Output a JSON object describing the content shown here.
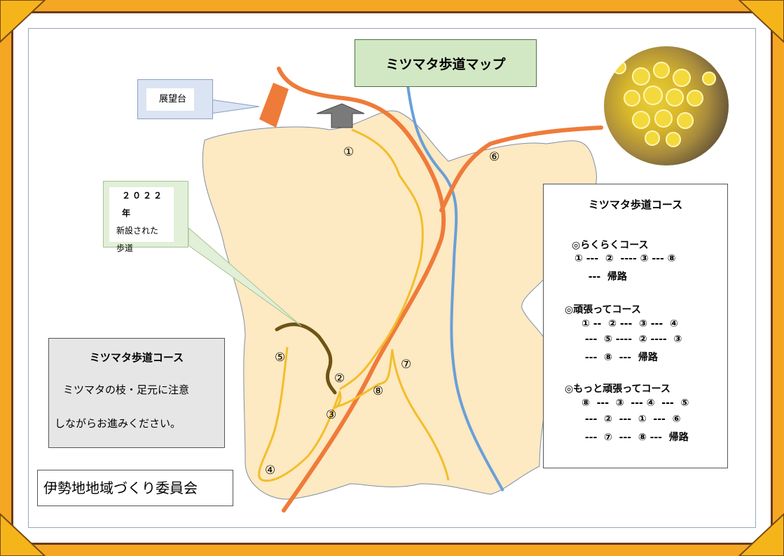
{
  "title": "ミツマタ歩道マップ",
  "callouts": {
    "observatory": "展望台",
    "new_trail_year": "２０２２年",
    "new_trail_line1": "新設された",
    "new_trail_line2": "歩道"
  },
  "notice": {
    "heading": "ミツマタ歩道コース",
    "line1": "ミツマタの枝・足元に注意",
    "line2": "しながらお進みください。"
  },
  "organization": "伊勢地地域づくり委員会",
  "courses": {
    "heading": "ミツマタ歩道コース",
    "easy": {
      "name": "◎らくらくコース",
      "lines": [
        "① ---  ②  ---- ③ --- ⑧",
        "  ---  帰路"
      ]
    },
    "moderate": {
      "name": "◎頑張ってコース",
      "lines": [
        "① --  ② ---  ③ ---  ④",
        " ---  ⑤ ----  ② ----  ③",
        " ---  ⑧  ---  帰路"
      ]
    },
    "hard": {
      "name": "◎もっと頑張ってコース",
      "lines": [
        "⑧  ---  ③  --- ④  ---  ⑤",
        " ---  ②  ---  ①  ---  ⑥",
        " ---  ⑦  ---  ⑧ ---  帰路"
      ]
    }
  },
  "points": {
    "p1": "①",
    "p2": "②",
    "p3": "③",
    "p4": "④",
    "p5": "⑤",
    "p6": "⑥",
    "p7": "⑦",
    "p8": "⑧"
  },
  "colors": {
    "road": "#ef7b3a",
    "river": "#6a9fd8",
    "trail": "#f2be2a",
    "new_trail": "#6e5414",
    "area": "#fde9c2",
    "frame": "#f5a623"
  }
}
